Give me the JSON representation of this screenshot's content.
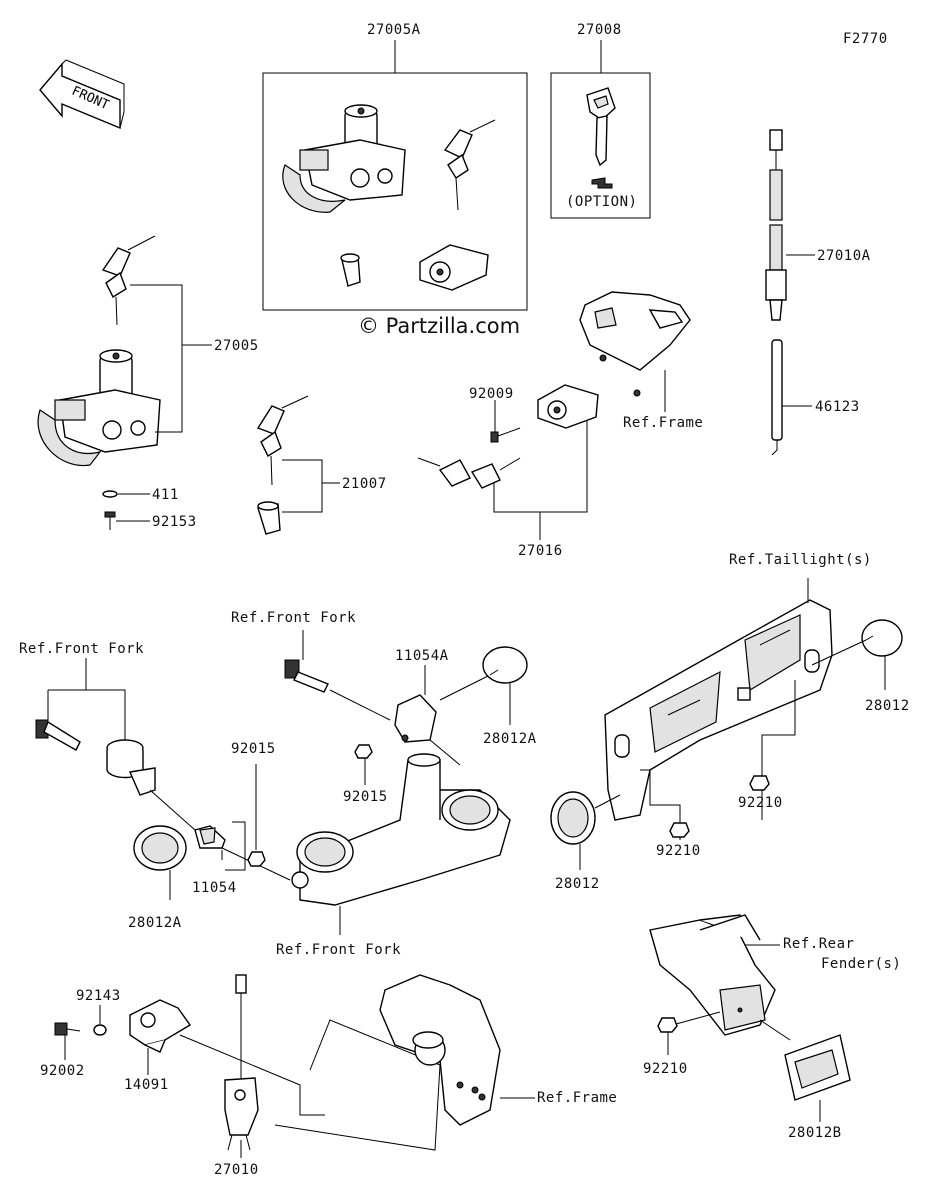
{
  "diagram_id": "F2770",
  "watermark": "© Partzilla.com",
  "front_arrow": "FRONT",
  "option_note": "(OPTION)",
  "labels": {
    "p27005A": "27005A",
    "p27008": "27008",
    "p27005": "27005",
    "p411": "411",
    "p92153": "92153",
    "p21007": "21007",
    "p92009": "92009",
    "p27016": "27016",
    "p27010A": "27010A",
    "p46123": "46123",
    "ref_frame_1": "Ref.Frame",
    "ref_front_fork_1": "Ref.Front Fork",
    "ref_front_fork_2": "Ref.Front Fork",
    "p11054A": "11054A",
    "p28012A_1": "28012A",
    "p92015_1": "92015",
    "p92015_2": "92015",
    "p11054": "11054",
    "p28012A_2": "28012A",
    "ref_front_fork_3": "Ref.Front Fork",
    "ref_taillights": "Ref.Taillight(s)",
    "p28012_1": "28012",
    "p92210_1": "92210",
    "p92210_2": "92210",
    "p28012_2": "28012",
    "ref_rear_fender_1": "Ref.Rear",
    "ref_rear_fender_2": "Fender(s)",
    "p92210_3": "92210",
    "p28012B": "28012B",
    "p92143": "92143",
    "p92002": "92002",
    "p14091": "14091",
    "p27010": "27010",
    "ref_frame_2": "Ref.Frame"
  }
}
